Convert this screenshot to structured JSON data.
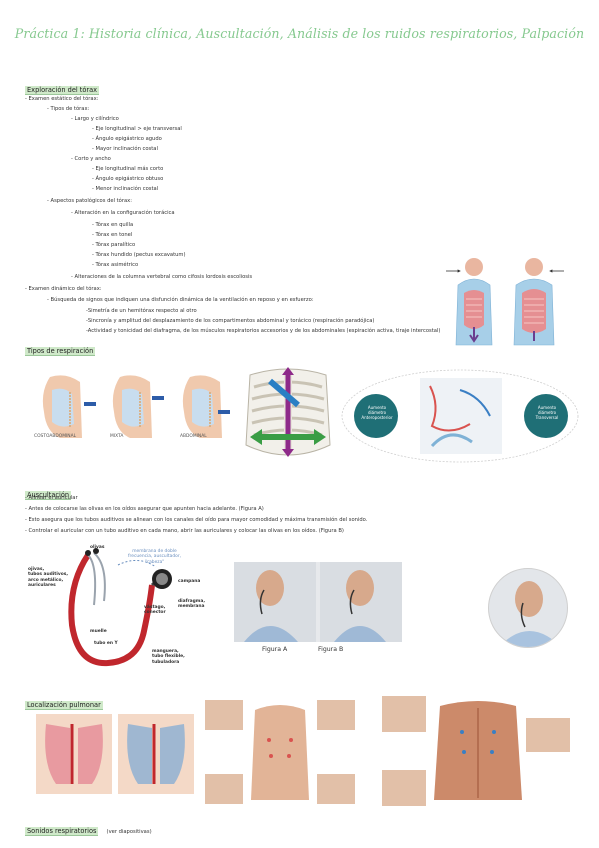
{
  "title": "Práctica 1: Historia clínica, Auscultación, Análisis de los ruidos respiratorios, Palpación",
  "sections": {
    "exploracion": "Exploración del tórax",
    "tipos_respiracion": "Tipos de respiración",
    "auscultacion": "Auscultación",
    "localizacion": "Localización pulmonar",
    "sonidos": "Sonidos respiratorios",
    "sonidos_note": "(ver diapositivas)"
  },
  "outline": [
    "- Examen estático del tórax:",
    "- Tipos de tórax:",
    "- Largo y cilíndrico",
    "- Eje longitudinal > eje transversal",
    "- Ángulo epigástrico agudo",
    "- Mayor inclinación costal",
    "- Corto y ancho",
    "- Eje longitudinal más corto",
    "- Ángulo epigástrico obtuso",
    "- Menor inclinación costal",
    "- Aspectos patológicos del tórax:",
    "- Alteración en la configuración torácica",
    "- Tórax en quilla",
    "- Tórax en tonel",
    "- Tórax paralítico",
    "- Tórax hundido (pectus excavatum)",
    "- Tórax asimétrico",
    "- Alteraciones de la columna vertebral como cifosis lordosis escoliosis",
    "- Examen dinámico del tórax:",
    "- Búsqueda de signos que indiquen una disfunción dinámica de la ventilación en reposo y en esfuerzo:",
    "-Simetría de un hemitórax respecto al otro",
    "-Sincronía y amplitud del desplazamiento de los compartimentos abdominal y torácico (respiración paradójica)",
    "-Actividad y tonicidad del diafragma, de los músculos respiratorios accesorios y de los abdominales (espiración activa, tiraje intercostal)"
  ],
  "auscultacion_lines": [
    "- Alinear el auricular",
    "- Antes de colocarse las olivas en los oídos asegurar que apunten hacia adelante. (Figura A)",
    "- Esto asegura que los tubos auditivos se alinean con los canales del oído para mayor comodidad y máxima transmisión del sonido.",
    "- Controlar el auricular con un tubo auditivo en cada mano, abrir las auriculares y colocar las olivas en los oídos. (Figura B)"
  ],
  "respiration_caption": [
    "Aumento diámetro Anteroposterior",
    "Aumento diámetro Transversal"
  ],
  "steth_labels": {
    "olivas": "olivas",
    "tubos": "ojivas,\ntubos auditivos,\narco metálico,\nauriculares",
    "membrana": "membrana de doble\nfrecuencia, auscultador,\n\"cabeza\"",
    "campana": "campana",
    "vastago": "vástago,\nconector",
    "diafragma": "diafragma,\nmembrana",
    "muelle": "muelle",
    "tuboY": "tubo en Y",
    "manguera": "manguera,\ntubo flexible,\ntubuladora"
  },
  "figure_labels": [
    "Figura A",
    "Figura B"
  ],
  "body_captions": [
    "COSTOABDOMINAL",
    "MIXTA",
    "ABDOMINAL"
  ],
  "colors": {
    "title": "#86c98f",
    "highlight": "#cfe9c9",
    "teal": "#1f6f76",
    "tube": "#c0272d"
  }
}
